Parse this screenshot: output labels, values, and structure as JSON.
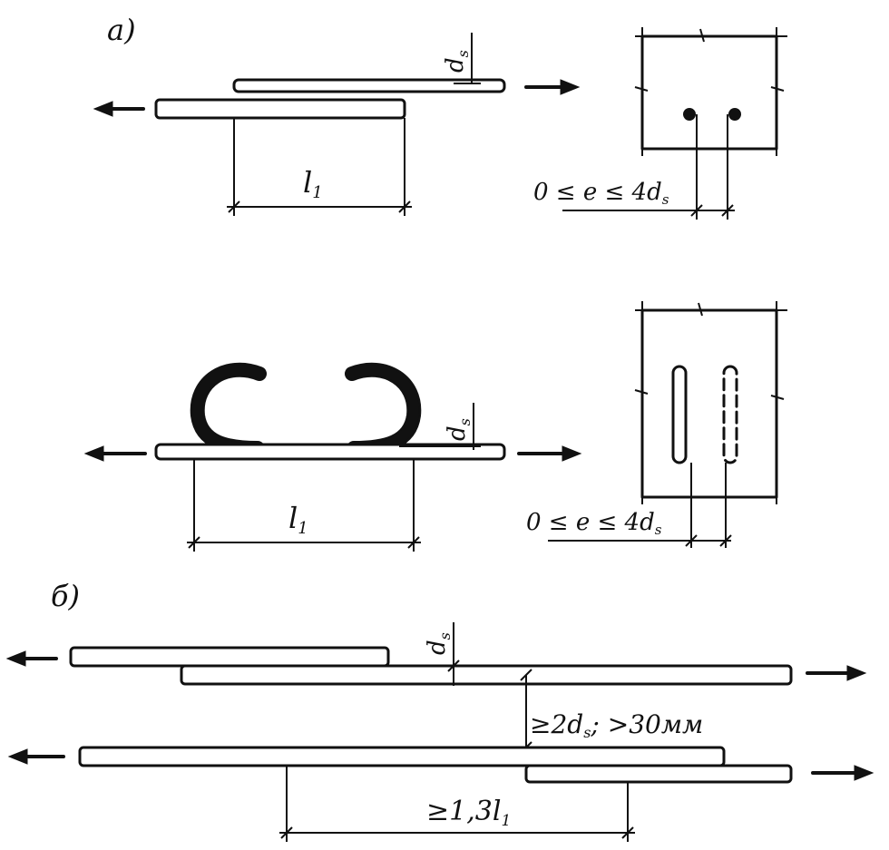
{
  "panel_a": {
    "label": "а)",
    "top": {
      "ds_label": "d",
      "ds_sub": "s",
      "length_label": "l",
      "length_sub": "1",
      "e_range": "0 ≤ e ≤ 4d",
      "e_sub": "s"
    },
    "bottom": {
      "ds_label": "d",
      "ds_sub": "s",
      "length_label": "l",
      "length_sub": "1",
      "e_range": "0 ≤ e ≤ 4d",
      "e_sub": "s"
    }
  },
  "panel_b": {
    "label": "б)",
    "ds_label": "d",
    "ds_sub": "s",
    "spacing_label": "≥2d",
    "spacing_sub": "s",
    "spacing_rest": "; >30мм",
    "overlap_label": "≥1,3l",
    "overlap_sub": "1"
  }
}
